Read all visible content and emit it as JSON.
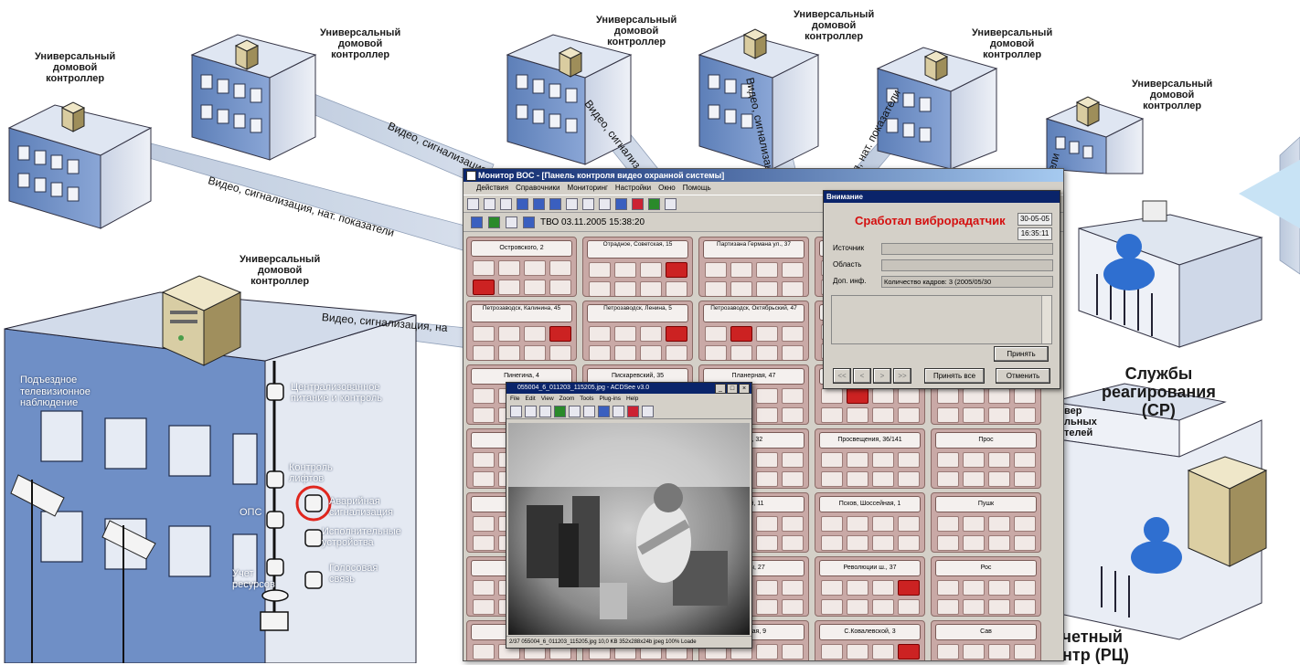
{
  "controllers": [
    {
      "label": "Универсальный\nдомовой\nконтроллер"
    },
    {
      "label": "Универсальный\nдомовой\nконтроллер"
    },
    {
      "label": "Универсальный\nдомовой\nконтроллер"
    },
    {
      "label": "Универсальный\nдомовой\nконтроллер"
    },
    {
      "label": "Универсальный\nдомовой\nконтроллер"
    },
    {
      "label": "Универсальный\nдомовой\nконтроллер"
    },
    {
      "label": "Универсальный\nдомовой\nконтроллер"
    }
  ],
  "links": {
    "l1": "Видео, сигнализация",
    "l2": "Видео, сигнализация, нат. показатели",
    "l3": "Видео, сигнализация, на",
    "l4": "Видео, сигнализ",
    "l5": "Видео, сигнализаци",
    "l6": "я, нат. показатели",
    "l7": "ели"
  },
  "building_labels": {
    "access_tv": "Подъездное\nтелевизионное\nнаблюдение",
    "central_power": "Централизованное\nпитание и контроль",
    "elevator": "Контроль\nлифтов",
    "ops": "ОПС",
    "emergency": "Аварийная\nсигнализация",
    "actuators": "Исполнительные\nустройства",
    "resources": "Учет\nресурсов",
    "voice": "Голосовая\nсвязь"
  },
  "right_labels": {
    "services": "Службы\nреагирования\n(СР)",
    "server_partial": "вер\nльных\nтелей",
    "billing": "счетный\nентр (РЦ)"
  },
  "monitor": {
    "title": "Монитор ВОС - [Панель контроля видео охранной системы]",
    "menu": [
      "Действия",
      "Справочники",
      "Мониторинг",
      "Настройки",
      "Окно",
      "Помощь"
    ],
    "status": "ТВО 03.11.2005 15:38:20",
    "cells": [
      {
        "title": "Островского, 2",
        "alarm": 0
      },
      {
        "title": "Отрадное, Советская, 15",
        "alarm": 2
      },
      {
        "title": "Партизана Германа ул., 37",
        "alarm": -1
      },
      {
        "title": "П",
        "alarm": -1
      },
      {
        "title": "",
        "alarm": -1
      },
      {
        "title": "Петрозаводск, Калинина, 45",
        "alarm": 2
      },
      {
        "title": "Петрозаводск, Ленина, 5",
        "alarm": 2
      },
      {
        "title": "Петрозаводск, Октябрьский, 47",
        "alarm": 1
      },
      {
        "title": "Пет",
        "alarm": -1
      },
      {
        "title": "",
        "alarm": -1
      },
      {
        "title": "Пинегина, 4",
        "alarm": -1
      },
      {
        "title": "Пискаревский, 35",
        "alarm": -1
      },
      {
        "title": "Планерная, 47",
        "alarm": -1
      },
      {
        "title": "",
        "alarm": 1
      },
      {
        "title": "",
        "alarm": -1
      },
      {
        "title": "Прос",
        "alarm": -1
      },
      {
        "title": "",
        "alarm": -1
      },
      {
        "title": "ия, 32",
        "alarm": -1
      },
      {
        "title": "Просвещения, 36/141",
        "alarm": -1
      },
      {
        "title": "Просвещения, 53",
        "alarm": -1
      },
      {
        "title": "Профес",
        "alarm": -1
      },
      {
        "title": "",
        "alarm": -1
      },
      {
        "title": "кий, 11",
        "alarm": -1
      },
      {
        "title": "Псков, Шоссейная, 1",
        "alarm": -1
      },
      {
        "title": "Псковское ОСБ",
        "alarm": -1
      },
      {
        "title": "Пушкин, Г",
        "alarm": -1
      },
      {
        "title": "",
        "alarm": -1
      },
      {
        "title": "вды, 27",
        "alarm": -1
      },
      {
        "title": "Революции ш., 37",
        "alarm": 2
      },
      {
        "title": "Рихарда Зорге, 1",
        "alarm": -1
      },
      {
        "title": "С.Бор, Г",
        "alarm": -1
      },
      {
        "title": "",
        "alarm": -1
      },
      {
        "title": "енная, 9",
        "alarm": -1
      },
      {
        "title": "С.Ковалевской, 3",
        "alarm": 2
      },
      {
        "title": "Савушкина, 119",
        "alarm": 2
      }
    ],
    "col5_titles": [
      "",
      "",
      "",
      "Прос",
      "Пушк",
      "Рос",
      "Сав"
    ]
  },
  "alert": {
    "title": "Внимание",
    "heading": "Сработал виброрадатчик",
    "date": "30-05-05",
    "time": "16:35:11",
    "source_label": "Источник",
    "area_label": "Область",
    "info_label": "Доп. инф.",
    "info_value": "Количество кадров: 3 (2005/05/30",
    "accept": "Принять",
    "accept_all": "Принять все",
    "cancel": "Отменить",
    "nav": [
      "<<",
      "<",
      ">",
      ">>"
    ]
  },
  "acdsee": {
    "title": "055004_6_011203_115205.jpg - ACDSee v3.0",
    "menu": [
      "File",
      "Edit",
      "View",
      "Zoom",
      "Tools",
      "Plug-ins",
      "Help"
    ],
    "status": "2/37  055004_6_011203_115205.jpg  10,0 KB  352x288x24b jpeg  100%  Loade"
  },
  "colors": {
    "cell_bg": "#c9a9a6",
    "alarm": "#cc2222",
    "alert_text": "#d41010",
    "building": "#6e8fc4",
    "beam": "#aebfd8"
  }
}
